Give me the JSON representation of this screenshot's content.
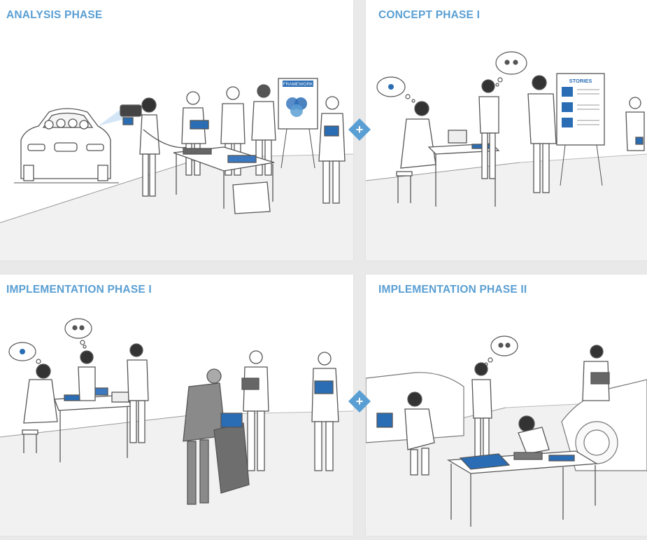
{
  "panels": [
    {
      "title": "ANALYSIS PHASE",
      "board_label": "FRAMEWORK"
    },
    {
      "title": "CONCEPT PHASE I",
      "board_label": "STORIES"
    },
    {
      "title": "IMPLEMENTATION PHASE I"
    },
    {
      "title": "IMPLEMENTATION PHASE II"
    }
  ],
  "connectors": [
    {
      "symbol": "+"
    },
    {
      "symbol": "+"
    }
  ],
  "colors": {
    "accent": "#5a9fd3",
    "blue_object": "#2a6db5",
    "line": "#555555",
    "floor": "#f2f2f2"
  }
}
